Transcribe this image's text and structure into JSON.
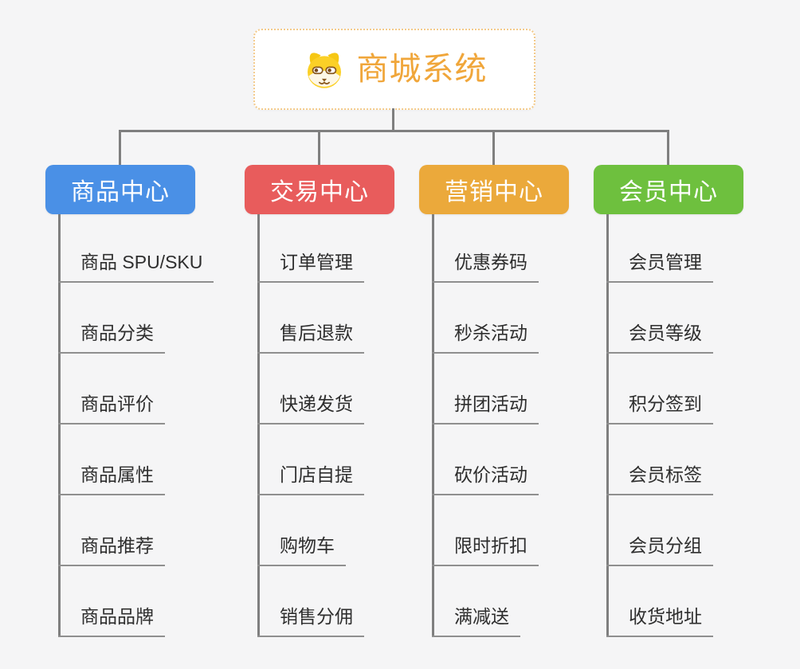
{
  "root": {
    "label": "商城系统",
    "icon": "dog-face-icon",
    "text_color": "#f0a63a",
    "border_color": "#f3ca8a"
  },
  "connector_color": "#7f7f7f",
  "background_color": "#f5f5f6",
  "branches": [
    {
      "label": "商品中心",
      "color": "#4a90e6",
      "items": [
        "商品 SPU/SKU",
        "商品分类",
        "商品评价",
        "商品属性",
        "商品推荐",
        "商品品牌"
      ]
    },
    {
      "label": "交易中心",
      "color": "#e85c5c",
      "items": [
        "订单管理",
        "售后退款",
        "快递发货",
        "门店自提",
        "购物车",
        "销售分佣"
      ]
    },
    {
      "label": "营销中心",
      "color": "#eba93b",
      "items": [
        "优惠券码",
        "秒杀活动",
        "拼团活动",
        "砍价活动",
        "限时折扣",
        "满减送"
      ]
    },
    {
      "label": "会员中心",
      "color": "#6ec03e",
      "items": [
        "会员管理",
        "会员等级",
        "积分签到",
        "会员标签",
        "会员分组",
        "收货地址"
      ]
    }
  ]
}
